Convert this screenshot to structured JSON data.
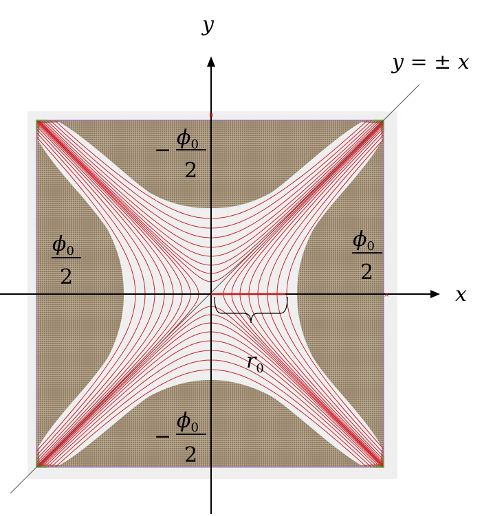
{
  "labels": {
    "y_axis": "y",
    "x_axis": "x",
    "diagonal": "y = ± x",
    "phi": "ϕ",
    "sub0": "0",
    "two": "2",
    "minus": "−",
    "r": "r",
    "r_sub": "0"
  },
  "colors": {
    "electrode": "#8f7c63",
    "electrode_grid": "#b8a88f",
    "background_panel": "#efefef",
    "equipotential": "#d0202a",
    "border_green": "#33bb33",
    "border_purple": "#9966cc",
    "axis": "#000000"
  }
}
